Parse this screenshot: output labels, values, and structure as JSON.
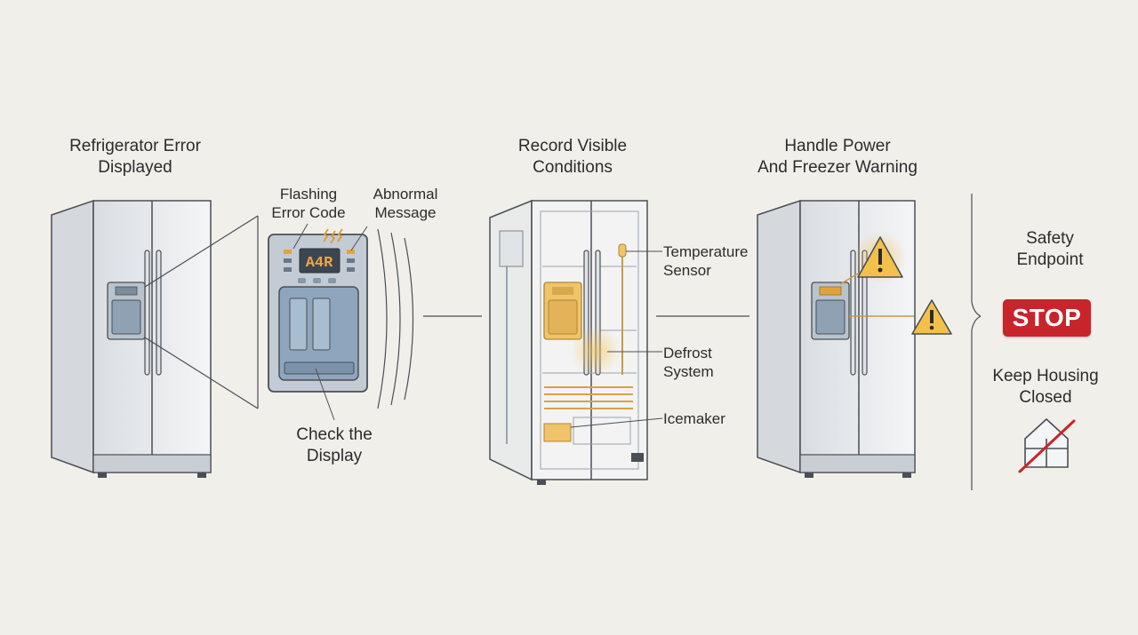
{
  "steps": [
    {
      "title_line1": "Refrigerator Error",
      "title_line2": "Displayed"
    },
    {
      "title_line1": "Record Visible",
      "title_line2": "Conditions"
    },
    {
      "title_line1": "Handle Power",
      "title_line2": "And Freezer Warning"
    }
  ],
  "callouts": {
    "flashing_line1": "Flashing",
    "flashing_line2": "Error Code",
    "abnormal_line1": "Abnormal",
    "abnormal_line2": "Message",
    "check_line1": "Check the",
    "check_line2": "Display",
    "display_code": "A4R",
    "temp_line1": "Temperature",
    "temp_line2": "Sensor",
    "defrost_line1": "Defrost",
    "defrost_line2": "System",
    "icemaker": "Icemaker"
  },
  "endpoint": {
    "title_line1": "Safety",
    "title_line2": "Endpoint",
    "stop_label": "STOP",
    "keep_line1": "Keep Housing",
    "keep_line2": "Closed"
  },
  "colors": {
    "background": "#f1efe9",
    "stop_red": "#c8242b",
    "warning_amber": "#f3c14b",
    "highlight_amber": "#efc46a",
    "fridge_body": "#e9ecef",
    "outline": "#4a4f55"
  },
  "icons": [
    "refrigerator-icon",
    "dispenser-panel-icon",
    "warning-icon",
    "house-icon",
    "no-entry-slash-icon",
    "spark-icon"
  ]
}
